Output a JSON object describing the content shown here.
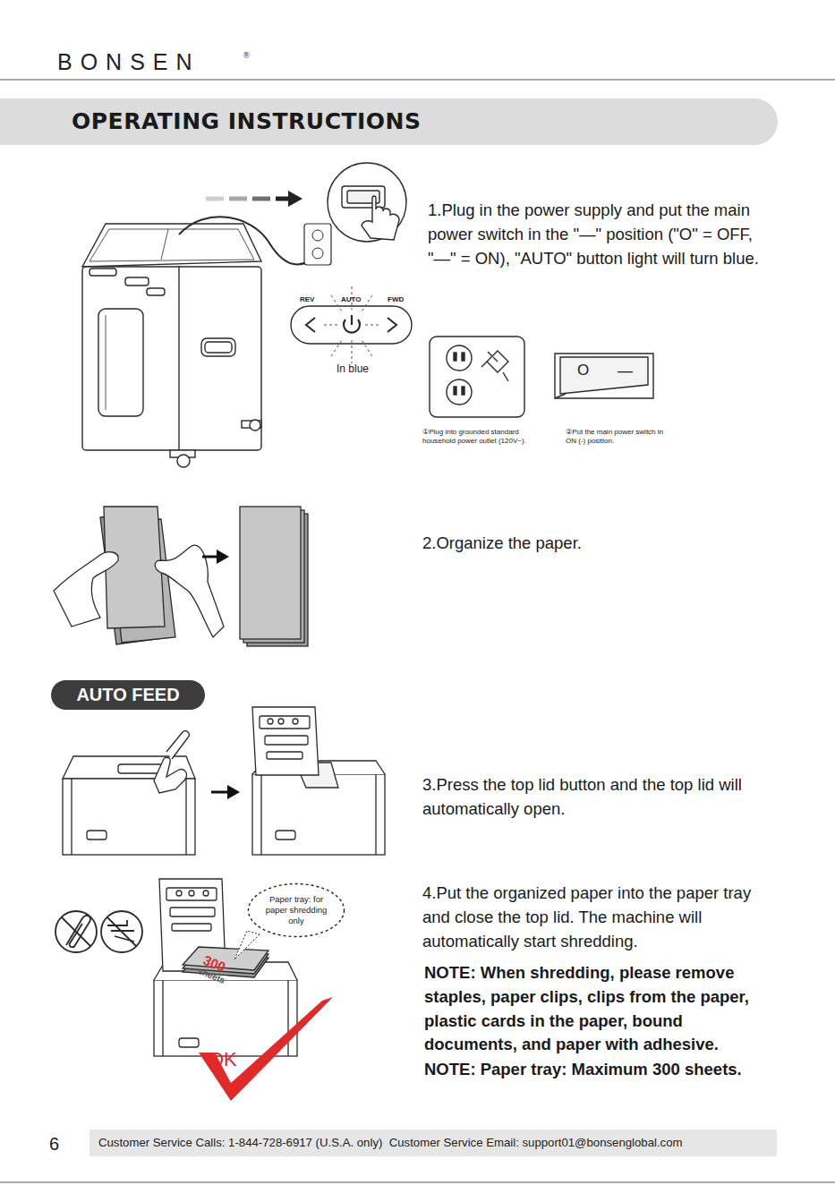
{
  "diagram": {
    "title": "OPERATING INSTRUCTIONS",
    "nodes": [
      {
        "text": [
          "AUTO FEED"
        ]
      },
      {
        "text": [
          "Paper tray: for paper shredding only"
        ]
      },
      {
        "text": [
          "Customer Service Calls: 1-844-728-6917 (U.S.A. only)  Customer Service Email: support01@bonsenglobal.com"
        ]
      }
    ],
    "labels": [
      "BONSEN",
      "®",
      "1.Plug in the power supply and put the main power switch in the \"—\" position (\"O\" = OFF, \"—\" = ON), \"AUTO\" button light will turn blue.",
      "REV",
      "AUTO",
      "FWD",
      "In blue",
      "O",
      "—",
      "①Plug into grounded standard household power outlet (120V~).",
      "②Put the main power switch in ON (-) position.",
      "2.Organize the paper.",
      "3.Press the top lid button and the top lid will automatically open.",
      "4.Put the organized paper into the paper tray and close the top lid. The machine will automatically start shredding.",
      "NOTE: When shredding, please remove staples, paper clips, clips from the paper, plastic cards in the paper, bound documents, and paper with adhesive.",
      "NOTE: Paper tray: Maximum 300 sheets.",
      "300",
      "sheets",
      "OK",
      "6"
    ]
  }
}
